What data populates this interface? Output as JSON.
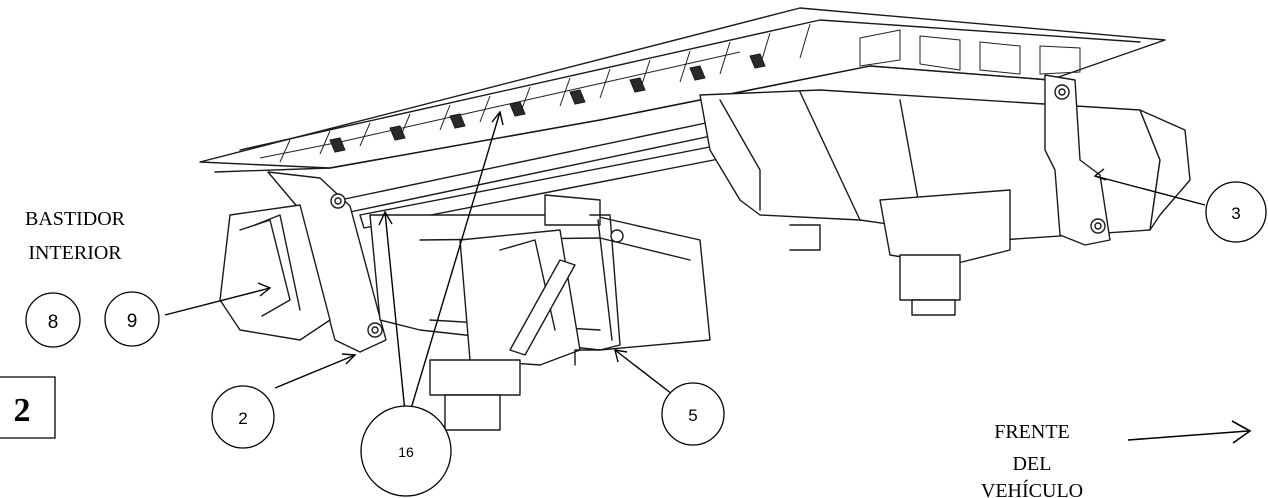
{
  "labels": {
    "bastidor_line1": "BASTIDOR",
    "bastidor_line2": "INTERIOR",
    "frente_line1": "FRENTE",
    "frente_line2": "DEL",
    "frente_line3": "VEHÍCULO",
    "figure_number": "2"
  },
  "callouts": [
    {
      "id": "c8",
      "text": "8"
    },
    {
      "id": "c9",
      "text": "9"
    },
    {
      "id": "c2",
      "text": "2"
    },
    {
      "id": "c16",
      "text": "16"
    },
    {
      "id": "c5",
      "text": "5"
    },
    {
      "id": "c3",
      "text": "3"
    }
  ]
}
